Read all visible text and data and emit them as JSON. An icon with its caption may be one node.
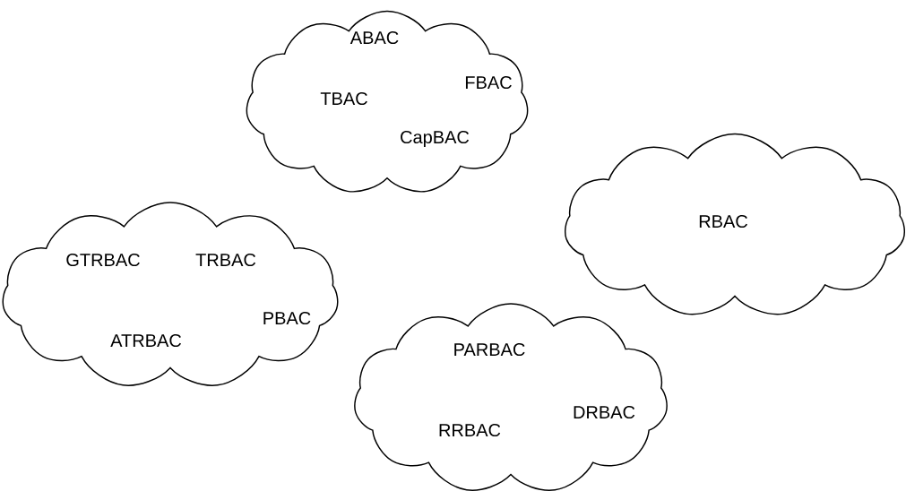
{
  "diagram": {
    "nodes": [
      {
        "text": [
          "ABAC",
          "FBAC",
          "TBAC",
          "CapBAC"
        ]
      },
      {
        "text": [
          "RBAC"
        ]
      },
      {
        "text": [
          "GTRBAC",
          "TRBAC",
          "PBAC",
          "ATRBAC"
        ]
      },
      {
        "text": [
          "PARBAC",
          "DRBAC",
          "RRBAC"
        ]
      }
    ]
  }
}
